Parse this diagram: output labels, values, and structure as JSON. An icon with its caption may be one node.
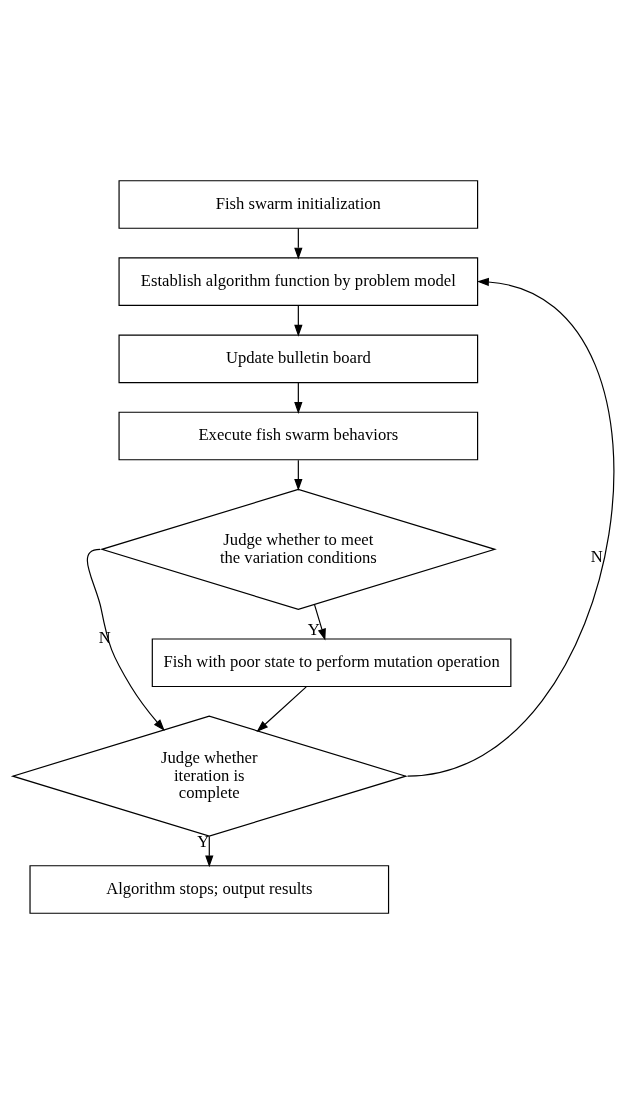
{
  "diagram": {
    "nodes": [
      {
        "text": [
          "Fish swarm initialization"
        ]
      },
      {
        "text": [
          "Establish algorithm function by problem model"
        ]
      },
      {
        "text": [
          "Update bulletin board"
        ]
      },
      {
        "text": [
          "Execute fish swarm behaviors"
        ]
      },
      {
        "text": [
          "Judge whether to meet the variation conditions"
        ]
      },
      {
        "text": [
          "Fish with poor state to perform mutation operation"
        ]
      },
      {
        "text": [
          "Judge whether iteration is complete"
        ]
      },
      {
        "text": [
          "Algorithm stops; output results"
        ]
      }
    ],
    "edges": [
      {
        "from": 0,
        "to": 1,
        "arrow": "to"
      },
      {
        "from": 1,
        "to": 2,
        "arrow": "to"
      },
      {
        "from": 2,
        "to": 3,
        "arrow": "to"
      },
      {
        "from": 3,
        "to": 4,
        "arrow": "to"
      },
      {
        "from": 4,
        "to": 5,
        "arrow": "to",
        "label": "Y"
      },
      {
        "from": 4,
        "to": 6,
        "arrow": "to",
        "label": "N"
      },
      {
        "from": 5,
        "to": 6,
        "arrow": "to"
      },
      {
        "from": 6,
        "to": 1,
        "arrow": "to",
        "label": "N"
      },
      {
        "from": 6,
        "to": 7,
        "arrow": "to",
        "label": "Y"
      }
    ]
  }
}
